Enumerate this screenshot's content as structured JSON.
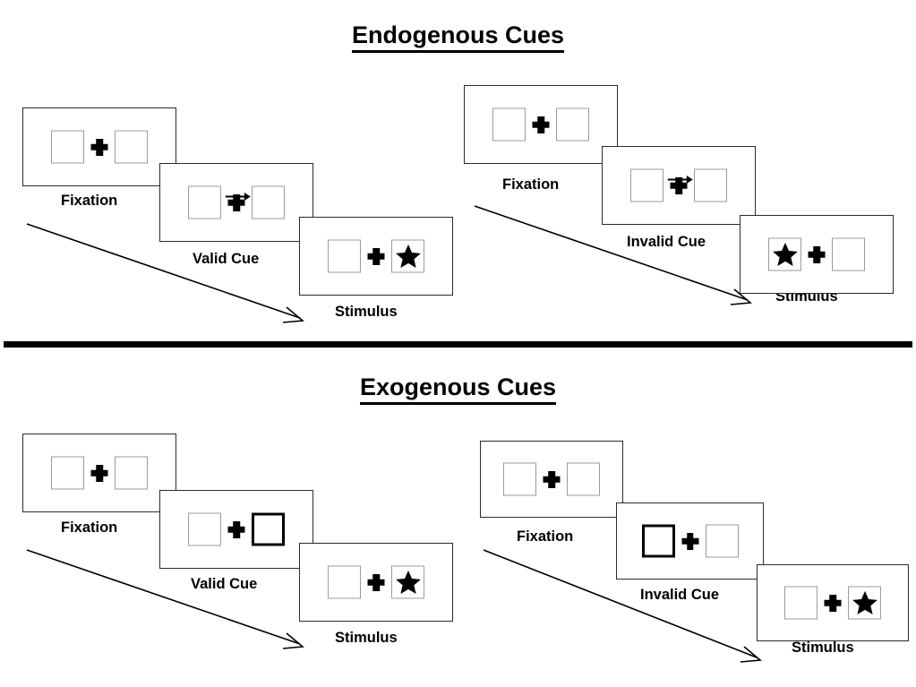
{
  "sections": [
    {
      "id": "endogenous",
      "title": "Endogenous Cues",
      "columns": [
        {
          "id": "endogenous-valid",
          "panels": [
            {
              "stage": "Fixation",
              "left_box": "empty",
              "right_box": "empty",
              "cue": "none",
              "arrow_direction": ""
            },
            {
              "stage": "Valid Cue",
              "left_box": "empty",
              "right_box": "empty",
              "cue": "arrow",
              "arrow_direction": "right"
            },
            {
              "stage": "Stimulus",
              "left_box": "empty",
              "right_box": "star",
              "cue": "none",
              "arrow_direction": ""
            }
          ]
        },
        {
          "id": "endogenous-invalid",
          "panels": [
            {
              "stage": "Fixation",
              "left_box": "empty",
              "right_box": "empty",
              "cue": "none",
              "arrow_direction": ""
            },
            {
              "stage": "Invalid Cue",
              "left_box": "empty",
              "right_box": "empty",
              "cue": "arrow",
              "arrow_direction": "right"
            },
            {
              "stage": "Stimulus",
              "left_box": "star",
              "right_box": "empty",
              "cue": "none",
              "arrow_direction": ""
            }
          ]
        }
      ]
    },
    {
      "id": "exogenous",
      "title": "Exogenous Cues",
      "columns": [
        {
          "id": "exogenous-valid",
          "panels": [
            {
              "stage": "Fixation",
              "left_box": "empty",
              "right_box": "empty",
              "cue": "none",
              "arrow_direction": ""
            },
            {
              "stage": "Valid Cue",
              "left_box": "empty",
              "right_box": "cued",
              "cue": "none",
              "arrow_direction": ""
            },
            {
              "stage": "Stimulus",
              "left_box": "empty",
              "right_box": "star",
              "cue": "none",
              "arrow_direction": ""
            }
          ]
        },
        {
          "id": "exogenous-invalid",
          "panels": [
            {
              "stage": "Fixation",
              "left_box": "empty",
              "right_box": "empty",
              "cue": "none",
              "arrow_direction": ""
            },
            {
              "stage": "Invalid Cue",
              "left_box": "cued",
              "right_box": "empty",
              "cue": "none",
              "arrow_direction": ""
            },
            {
              "stage": "Stimulus",
              "left_box": "empty",
              "right_box": "star",
              "cue": "none",
              "arrow_direction": ""
            }
          ]
        }
      ]
    }
  ],
  "colors": {
    "box_border": "#9b9b9b",
    "cued_box_border": "#000000",
    "frame_border": "#2b2b2b",
    "ink": "#000000",
    "background": "#ffffff"
  }
}
